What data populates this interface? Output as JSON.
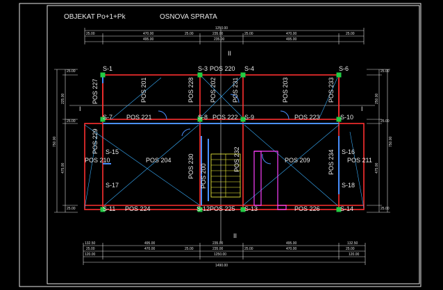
{
  "header": {
    "object_label": "OBJEKAT  Po+1+Pk",
    "plan_title": "OSNOVA SPRATA"
  },
  "section_marks": {
    "top": "II",
    "bottom": "II",
    "left": "I",
    "right": "I"
  },
  "columns": [
    "S-1",
    "S-3",
    "S-4",
    "S-6",
    "S-7",
    "S-8",
    "S-9",
    "S-10",
    "S-11",
    "S-12",
    "S-13",
    "S-14",
    "S-15",
    "S-16",
    "S-17",
    "S-18"
  ],
  "positions": [
    "POS 220",
    "POS 221",
    "POS 222",
    "POS 223",
    "POS 224",
    "POS 225",
    "POS 226",
    "POS 227",
    "POS 201",
    "POS 228",
    "POS 202",
    "POS 231",
    "POS 203",
    "POS 233",
    "POS 229",
    "POS 210",
    "POS 204",
    "POS 230",
    "POS 200",
    "POS 232",
    "POS 209",
    "POS 234",
    "POS 211"
  ],
  "dimensions": {
    "top_total": "1250.00",
    "top_row_a": [
      "25.00",
      "470.00",
      "25.00",
      "235.00",
      "25.00",
      "470.00",
      "25.00"
    ],
    "top_row_b": [
      "495.00",
      "235.00",
      "495.00"
    ],
    "bottom_row_a": [
      "132.50",
      "495.00",
      "235.00",
      "495.00",
      "132.50"
    ],
    "bottom_row_b": [
      "25.00",
      "470.00",
      "25.00",
      "235.00",
      "25.00",
      "470.00",
      "25.00"
    ],
    "bottom_row_c": [
      "120.00",
      "1250.00",
      "120.00"
    ],
    "bottom_total": "1490.00",
    "left_total": "750.00",
    "left_parts": [
      "25.00",
      "225.00",
      "25.00",
      "475.00",
      "25.00"
    ],
    "right_total": "750.00",
    "right_parts": [
      "25.00",
      "250.00",
      "25.00",
      "475.00",
      "25.00"
    ]
  },
  "colors": {
    "background": "#000000",
    "frame": "#e8e8e8",
    "wall": "#ff3030",
    "beam": "#4a90ff",
    "diagonal": "#3ab0ff",
    "column": "#22cc44",
    "stair": "#ffff40",
    "stair_outline": "#ff40ff",
    "text": "#e8e8e8",
    "dim": "#e0e0e0"
  }
}
